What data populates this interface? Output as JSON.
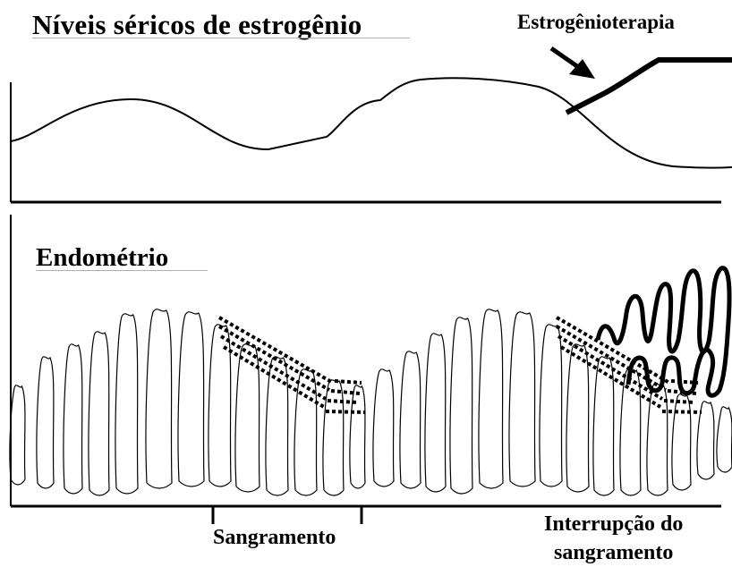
{
  "labels": {
    "estrogen_title": "Níveis séricos de estrogênio",
    "therapy": "Estrogênioterapia",
    "endometrium_title": "Endométrio",
    "bleeding": "Sangramento",
    "bleeding_stop_line1": "Interrupção do",
    "bleeding_stop_line2": "sangramento"
  },
  "icons": {
    "arrow": "arrow-icon"
  },
  "colors": {
    "line": "#000000",
    "background": "#ffffff"
  }
}
